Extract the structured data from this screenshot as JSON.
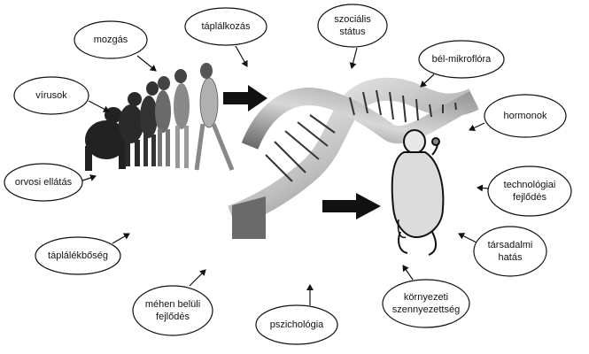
{
  "factors": [
    {
      "id": "mozgas",
      "label": "mozgás"
    },
    {
      "id": "taplalkozas",
      "label": "táplálkozás"
    },
    {
      "id": "szocialis",
      "label": "szociális\nstátus"
    },
    {
      "id": "belmikroflora",
      "label": "bél-mikroflóra"
    },
    {
      "id": "virusok",
      "label": "vírusok"
    },
    {
      "id": "hormonok",
      "label": "hormonok"
    },
    {
      "id": "orvosi",
      "label": "orvosi ellátás"
    },
    {
      "id": "technologiai",
      "label": "technológiai\nfejlődés"
    },
    {
      "id": "taplalekbolseg",
      "label": "táplálékbőség"
    },
    {
      "id": "tarsadalmi",
      "label": "társadalmi\nhatás"
    },
    {
      "id": "mehen",
      "label": "méhen belüli\nfejlődés"
    },
    {
      "id": "pszichologia",
      "label": "pszichológia"
    },
    {
      "id": "kornyezeti",
      "label": "környezeti\nszennyezettség"
    }
  ],
  "icons": {
    "evolution": "human-evolution-figures",
    "dna": "dna-double-helix",
    "obese": "obese-person-figure",
    "arrow": "black-right-arrow"
  },
  "colors": {
    "stroke": "#111111",
    "bubble_fill": "#ffffff",
    "dna_light": "#f2f2f2",
    "dna_dark": "#4a4a4a",
    "figure_fill": "#3a3a3a"
  }
}
